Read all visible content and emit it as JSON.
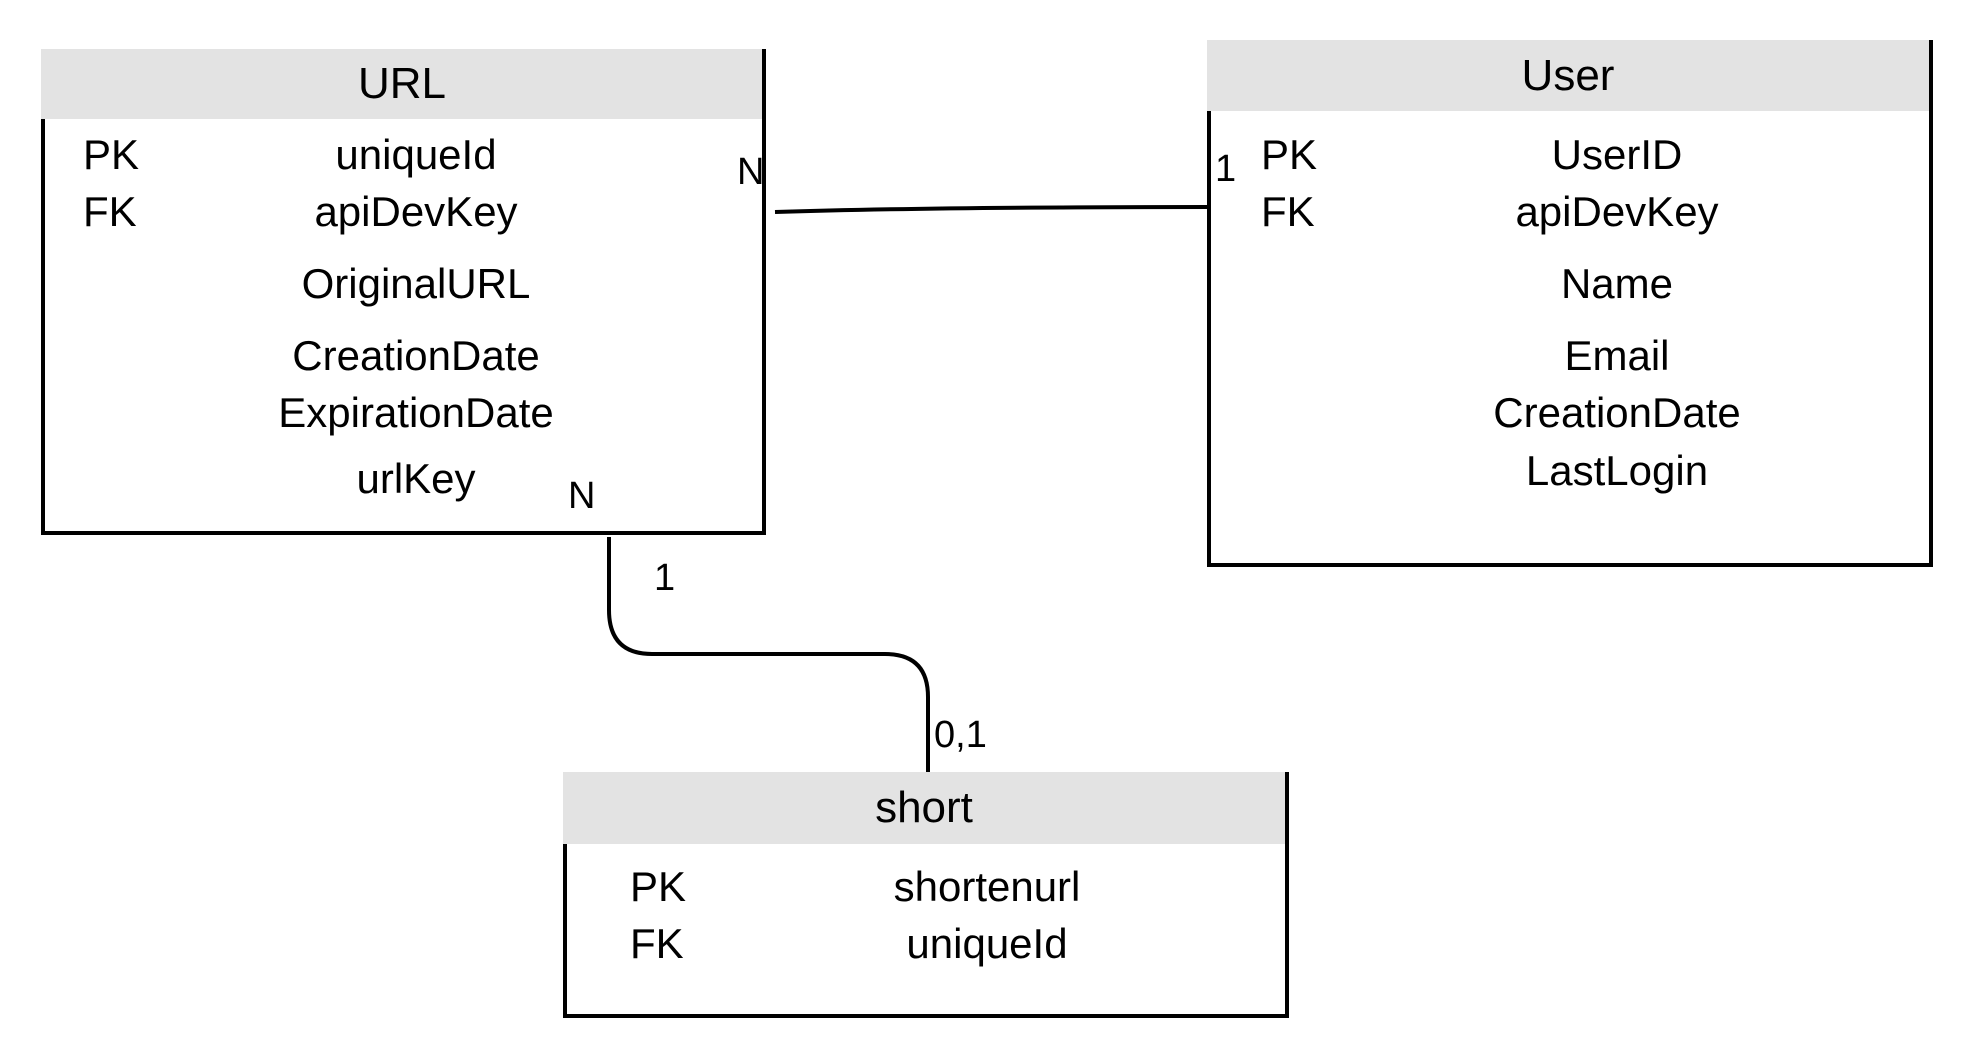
{
  "entities": {
    "url": {
      "title": "URL",
      "rows": [
        {
          "key": "PK",
          "attr": "uniqueId"
        },
        {
          "key": "FK",
          "attr": "apiDevKey"
        },
        {
          "key": "",
          "attr": "OriginalURL"
        },
        {
          "key": "",
          "attr": "CreationDate"
        },
        {
          "key": "",
          "attr": "ExpirationDate"
        },
        {
          "key": "",
          "attr": "urlKey"
        }
      ]
    },
    "user": {
      "title": "User",
      "rows": [
        {
          "key": "PK",
          "attr": "UserID"
        },
        {
          "key": "FK",
          "attr": "apiDevKey"
        },
        {
          "key": "",
          "attr": "Name"
        },
        {
          "key": "",
          "attr": "Email"
        },
        {
          "key": "",
          "attr": "CreationDate"
        },
        {
          "key": "",
          "attr": "LastLogin"
        }
      ]
    },
    "short": {
      "title": "short",
      "rows": [
        {
          "key": "PK",
          "attr": "shortenurl"
        },
        {
          "key": "FK",
          "attr": "uniqueId"
        }
      ]
    }
  },
  "relationships": {
    "url_user": {
      "url_end": "N",
      "user_end": "1"
    },
    "url_short": {
      "url_end_n": "N",
      "url_end_1": "1",
      "short_end": "0,1"
    }
  }
}
